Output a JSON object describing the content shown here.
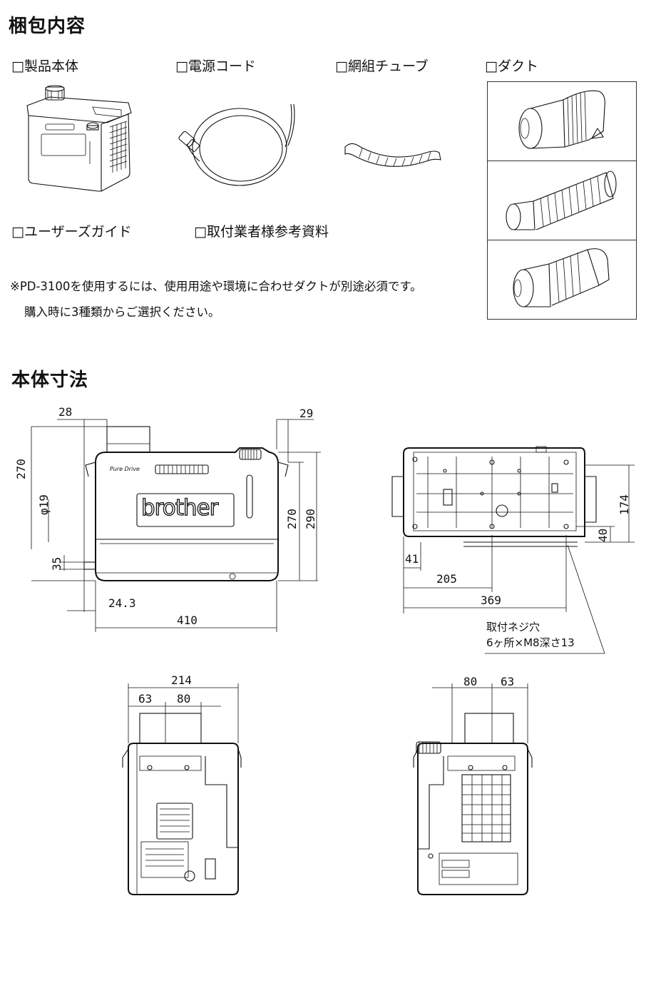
{
  "section1": {
    "title": "梱包内容",
    "items": [
      "□製品本体",
      "□電源コード",
      "□網組チューブ",
      "□ダクト",
      "□ユーザーズガイド",
      "□取付業者様参考資料"
    ],
    "note_line1": "※PD-3100を使用するには、使用用途や環境に合わせダクトが別途必須です。",
    "note_line2": "購入時に3種類からご選択ください。"
  },
  "section2": {
    "title": "本体寸法",
    "brand": "brother",
    "logo": "Pure Drive",
    "front_dims": [
      "28",
      "29",
      "270",
      "φ19",
      "35",
      "270",
      "290",
      "24.3",
      "410"
    ],
    "bottom_dims": [
      "174",
      "40",
      "41",
      "205",
      "369"
    ],
    "mount_note_line1": "取付ネジ穴",
    "mount_note_line2": "6ヶ所×M8深さ13",
    "left_dims": [
      "214",
      "63",
      "80"
    ],
    "right_dims": [
      "80",
      "63"
    ]
  }
}
